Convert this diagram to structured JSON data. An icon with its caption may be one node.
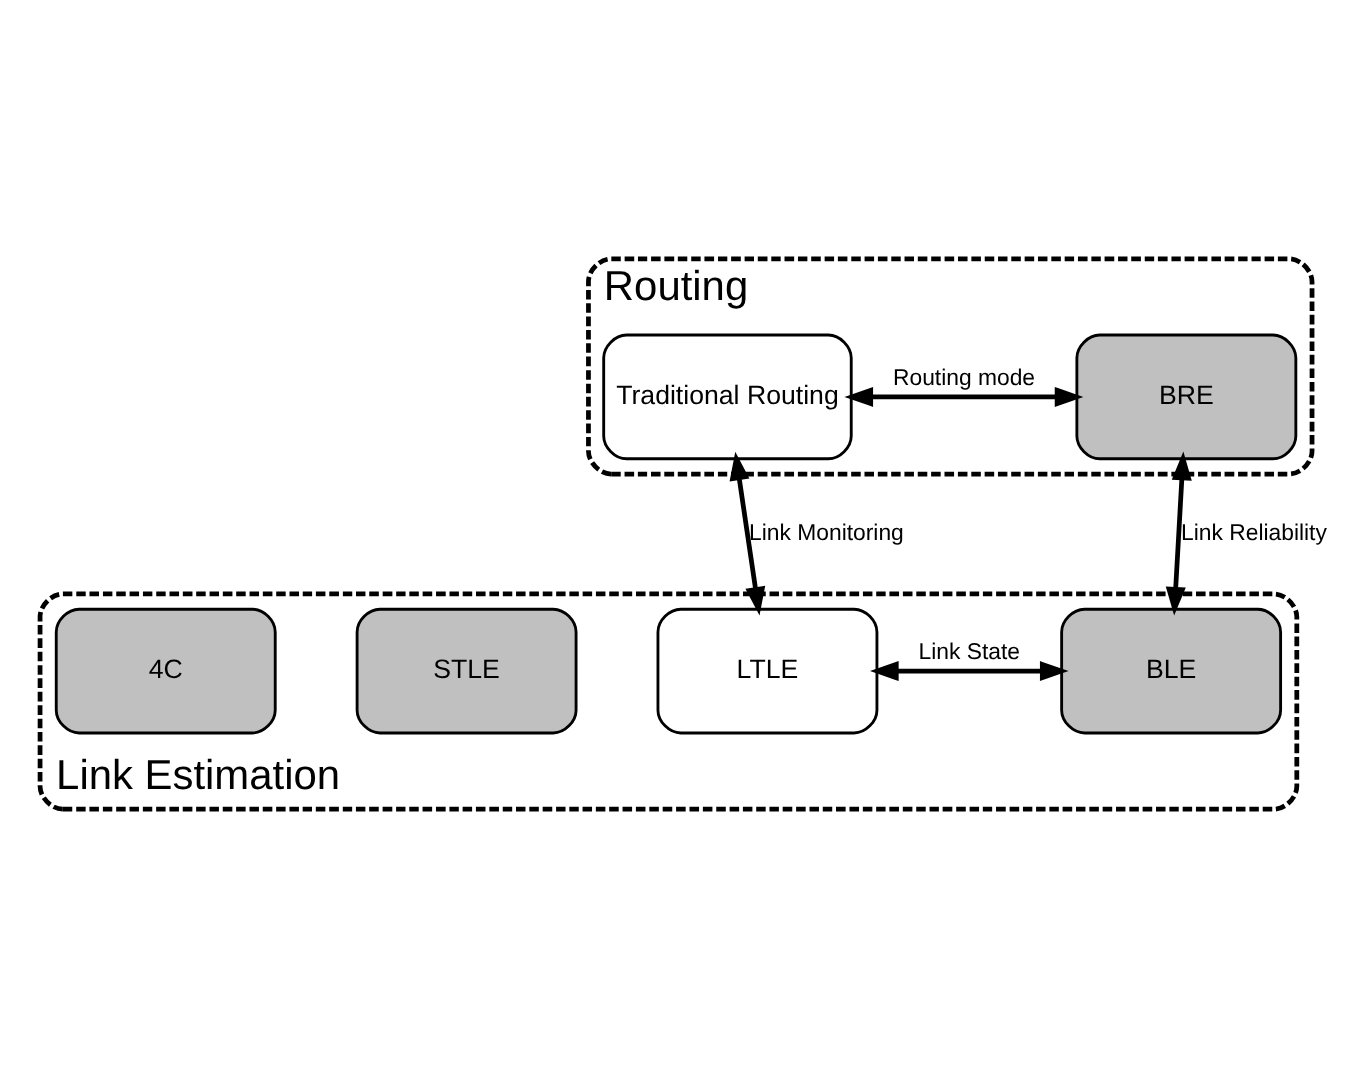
{
  "diagram": {
    "nodes": [
      {
        "text": [
          "Routing"
        ]
      },
      {
        "text": [
          "Traditional Routing"
        ],
        "in": 0
      },
      {
        "text": [
          "BRE"
        ],
        "in": 0
      },
      {
        "text": [
          "Link Estimation"
        ]
      },
      {
        "text": [
          "LTLE"
        ],
        "in": 3
      },
      {
        "text": [
          "BLE"
        ],
        "in": 3
      },
      {
        "text": [
          "STLE"
        ],
        "in": 3
      },
      {
        "text": [
          "4C"
        ],
        "in": 3
      }
    ],
    "edges": [
      {
        "from": 1,
        "to": 2,
        "arrow": "both",
        "label": "Routing mode"
      },
      {
        "from": 1,
        "to": 4,
        "arrow": "both",
        "label": "Link Monitoring"
      },
      {
        "from": 2,
        "to": 5,
        "arrow": "both",
        "label": "Link Reliability"
      },
      {
        "from": 4,
        "to": 5,
        "arrow": "both",
        "label": "Link State"
      }
    ]
  }
}
